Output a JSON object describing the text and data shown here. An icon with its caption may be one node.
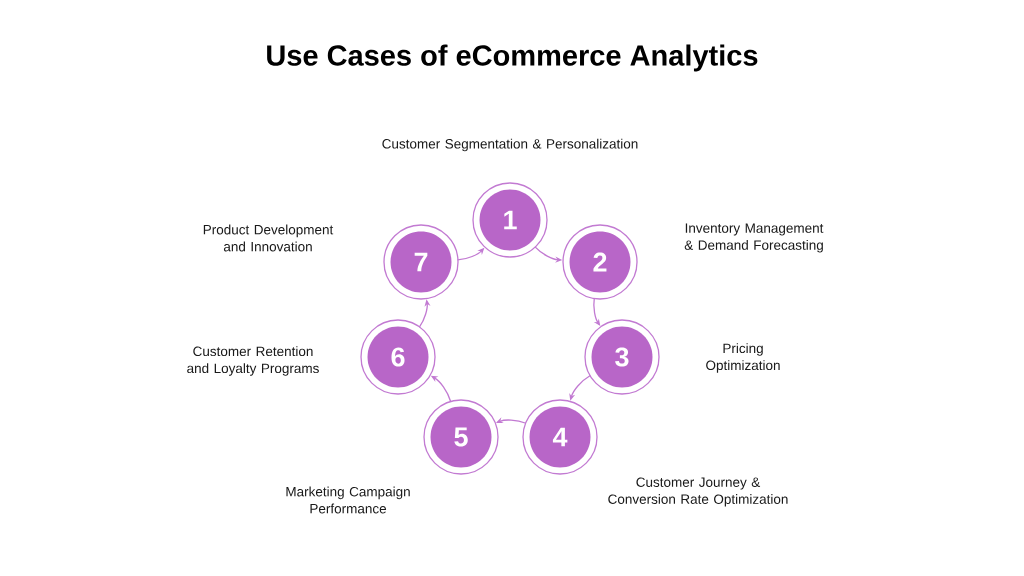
{
  "diagram": {
    "title": "Use Cases of eCommerce Analytics",
    "nodes": [
      {
        "text": [
          "1"
        ],
        "beside": [
          "Customer Segmentation & Personalization"
        ]
      },
      {
        "text": [
          "2"
        ],
        "beside": [
          "Inventory Management & Demand Forecasting"
        ]
      },
      {
        "text": [
          "3"
        ],
        "beside": [
          "Pricing Optimization"
        ]
      },
      {
        "text": [
          "4"
        ],
        "beside": [
          "Customer Journey & Conversion Rate Optimization"
        ]
      },
      {
        "text": [
          "5"
        ],
        "beside": [
          "Marketing Campaign Performance"
        ]
      },
      {
        "text": [
          "6"
        ],
        "beside": [
          "Customer Retention and Loyalty Programs"
        ]
      },
      {
        "text": [
          "7"
        ],
        "beside": [
          "Product Development and Innovation"
        ]
      }
    ],
    "edges": [
      {
        "from": 0,
        "to": 1,
        "arrow": "to"
      },
      {
        "from": 1,
        "to": 2,
        "arrow": "to"
      },
      {
        "from": 2,
        "to": 3,
        "arrow": "to"
      },
      {
        "from": 3,
        "to": 4,
        "arrow": "to"
      },
      {
        "from": 4,
        "to": 5,
        "arrow": "to"
      },
      {
        "from": 5,
        "to": 6,
        "arrow": "to"
      },
      {
        "from": 6,
        "to": 0,
        "arrow": "to"
      }
    ]
  }
}
